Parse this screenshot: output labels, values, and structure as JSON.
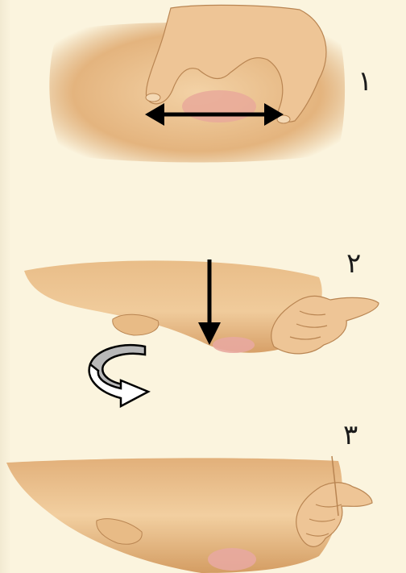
{
  "steps": [
    {
      "number": "١",
      "illustration": "thumb-and-finger-spread-over-breast",
      "arrow": "double-headed-horizontal-arrow"
    },
    {
      "number": "٢",
      "illustration": "hand-pressing-down-side-view",
      "arrow": "down-arrow",
      "extra": "rotate-curved-arrow"
    },
    {
      "number": "٣",
      "illustration": "hand-compress-side-view",
      "arrow": ""
    }
  ],
  "colors": {
    "background": "#fbf4de",
    "skin_light": "#f0cc9c",
    "skin_mid": "#e3b27c",
    "skin_dark": "#c89058",
    "nipple": "#e8a8a0",
    "arrow": "#000000",
    "rotate_arrow_fill": "#b8b8b8"
  }
}
